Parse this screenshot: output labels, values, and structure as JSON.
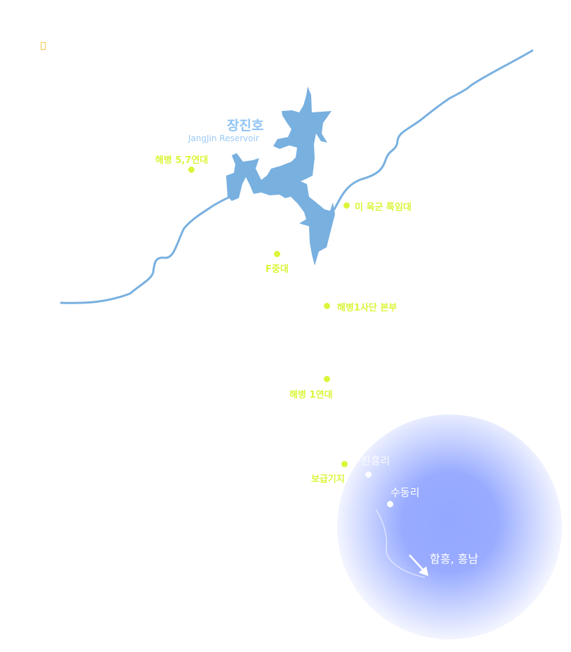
{
  "reservoir": {
    "name_ko": "장진호",
    "name_en": "JangJin Reservoir"
  },
  "locations": [
    {
      "id": "marine-5-7",
      "label": "해병 5,7연대"
    },
    {
      "id": "us-army-task-force",
      "label": "미 육군 특임대"
    },
    {
      "id": "f-company",
      "label": "F중대"
    },
    {
      "id": "marine-1-div-hq",
      "label": "해병1사단 본부"
    },
    {
      "id": "marine-1",
      "label": "해병 1연대"
    },
    {
      "id": "supply-base",
      "label": "보급기지"
    }
  ],
  "towns": [
    {
      "id": "jinheung-ri",
      "label": "진흥리"
    },
    {
      "id": "sudong-ri",
      "label": "수동리"
    }
  ],
  "destination": {
    "label": "함흥, 흥남"
  },
  "colors": {
    "water": "#78b0e0",
    "marker": "#dcf53a",
    "glow": "#94a8ff"
  }
}
